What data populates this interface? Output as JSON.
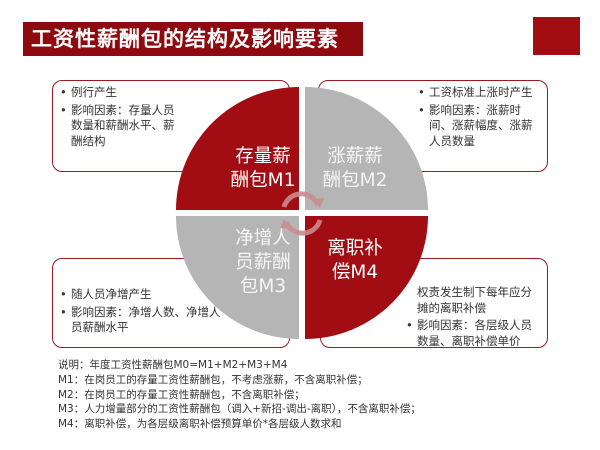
{
  "title": "工资性薪酬包的结构及影响要素",
  "colors": {
    "red": "#a10d12",
    "gray": "#b5b5b5",
    "title_bg": "#8e0a0e"
  },
  "quadrants": [
    {
      "label": "存量薪酬包M1",
      "line1": "存量薪",
      "line2": "酬包M1"
    },
    {
      "label": "涨薪薪酬包M2",
      "line1": "涨薪薪",
      "line2": "酬包M2"
    },
    {
      "label": "净增人员薪酬包M3",
      "line1": "净增人",
      "line2": "员薪酬",
      "line3": "包M3"
    },
    {
      "label": "离职补偿M4",
      "line1": "离职补",
      "line2": "偿M4"
    }
  ],
  "boxes": {
    "m1": [
      "例行产生",
      "影响因素：存量人员数量和薪酬水平、薪酬结构"
    ],
    "m2": [
      "工资标准上涨时产生",
      "影响因素：涨薪时间、涨薪幅度、涨薪人员数量"
    ],
    "m3": [
      "随人员净增产生",
      "影响因素：净增人数、净增人员薪酬水平"
    ],
    "m4": [
      "权责发生制下每年应分摊的离职补偿",
      "影响因素：各层级人员数量、离职补偿单价"
    ]
  },
  "notes": [
    "说明：年度工资性薪酬包M0=M1+M2+M3+M4",
    "M1：在岗员工的存量工资性薪酬包，不考虑涨薪，不含离职补偿；",
    "M2：在岗员工的存量工资性薪酬包，不含离职补偿；",
    "M3：人力增量部分的工资性薪酬包（调入+新招-调出-离职），不含离职补偿；",
    "M4：离职补偿，为各层级离职补偿预算单价*各层级人数求和"
  ]
}
